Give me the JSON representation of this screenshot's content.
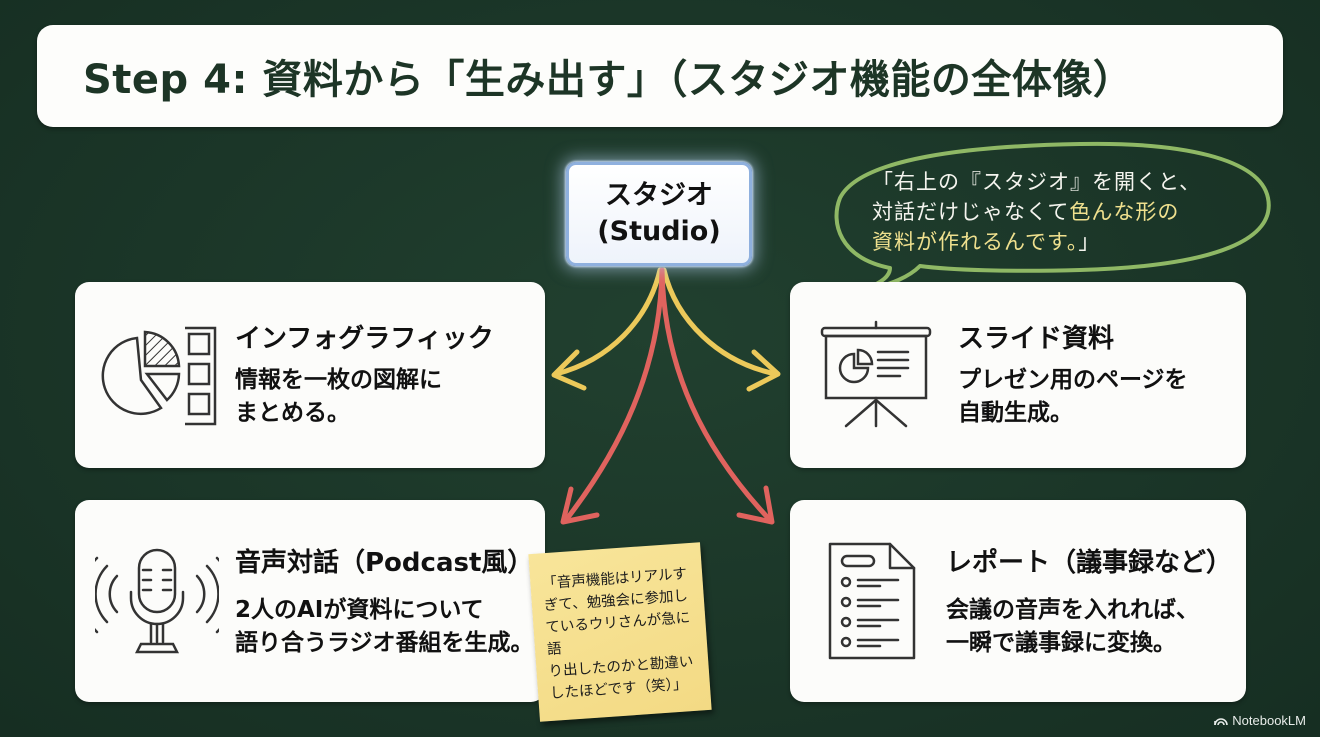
{
  "title": "Step 4: 資料から「生み出す」（スタジオ機能の全体像）",
  "center_node": {
    "line1": "スタジオ",
    "line2": "(Studio)"
  },
  "speech_bubble": {
    "line1": "「右上の『スタジオ』を開くと、",
    "line2_plain": "対話だけじゃなくて",
    "line2_highlight": "色んな形の",
    "line3_highlight": "資料が作れるんです。",
    "line3_plain": "」",
    "highlight_color": "#efe08e",
    "outline_color": "#8fb865"
  },
  "cards": {
    "infographic": {
      "icon": "pie-chart-infographic-icon",
      "title": "インフォグラフィック",
      "desc": "情報を一枚の図解に\nまとめる。"
    },
    "slides": {
      "icon": "presentation-screen-icon",
      "title": "スライド資料",
      "desc": "プレゼン用のページを\n自動生成。"
    },
    "audio": {
      "icon": "microphone-icon",
      "title": "音声対話（Podcast風）",
      "desc": "2人のAIが資料について\n語り合うラジオ番組を生成。"
    },
    "report": {
      "icon": "document-list-icon",
      "title": "レポート（議事録など）",
      "desc": "会議の音声を入れれば、\n一瞬で議事録に変換。"
    }
  },
  "sticky_note": {
    "text": "「音声機能はリアルす\nぎて、勉強会に参加し\nているウリさんが急に語\nり出したのかと勘違い\nしたほどです（笑）」",
    "color": "#f6e090"
  },
  "arrows": {
    "upper_color": "#ecc95a",
    "lower_color": "#e0635e"
  },
  "colors": {
    "background": "#1c3628",
    "title_text": "#1d3526",
    "card_bg": "#fcfcfa"
  },
  "branding": {
    "label": "NotebookLM"
  }
}
